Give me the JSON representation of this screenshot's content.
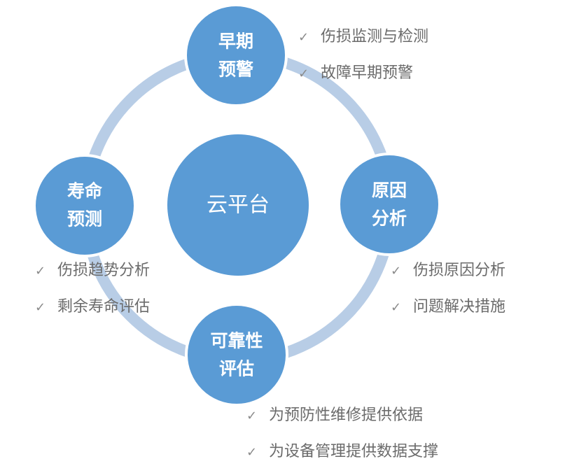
{
  "colors": {
    "ring": "#b8cde6",
    "node_fill": "#5a9bd5",
    "node_stroke": "#ffffff",
    "text_gray": "#6b6b6b"
  },
  "center": {
    "label": "云平台"
  },
  "nodes": {
    "top": {
      "line1": "早期",
      "line2": "预警"
    },
    "right": {
      "line1": "原因",
      "line2": "分析"
    },
    "bottom": {
      "line1": "可靠性",
      "line2": "评估"
    },
    "left": {
      "line1": "寿命",
      "line2": "预测"
    }
  },
  "lists": {
    "top": [
      "伤损监测与检测",
      "故障早期预警"
    ],
    "right": [
      "伤损原因分析",
      "问题解决措施"
    ],
    "left": [
      "伤损趋势分析",
      "剩余寿命评估"
    ],
    "bottom": [
      "为预防性维修提供依据",
      "为设备管理提供数据支撑"
    ]
  },
  "icons": {
    "check": "✓"
  }
}
